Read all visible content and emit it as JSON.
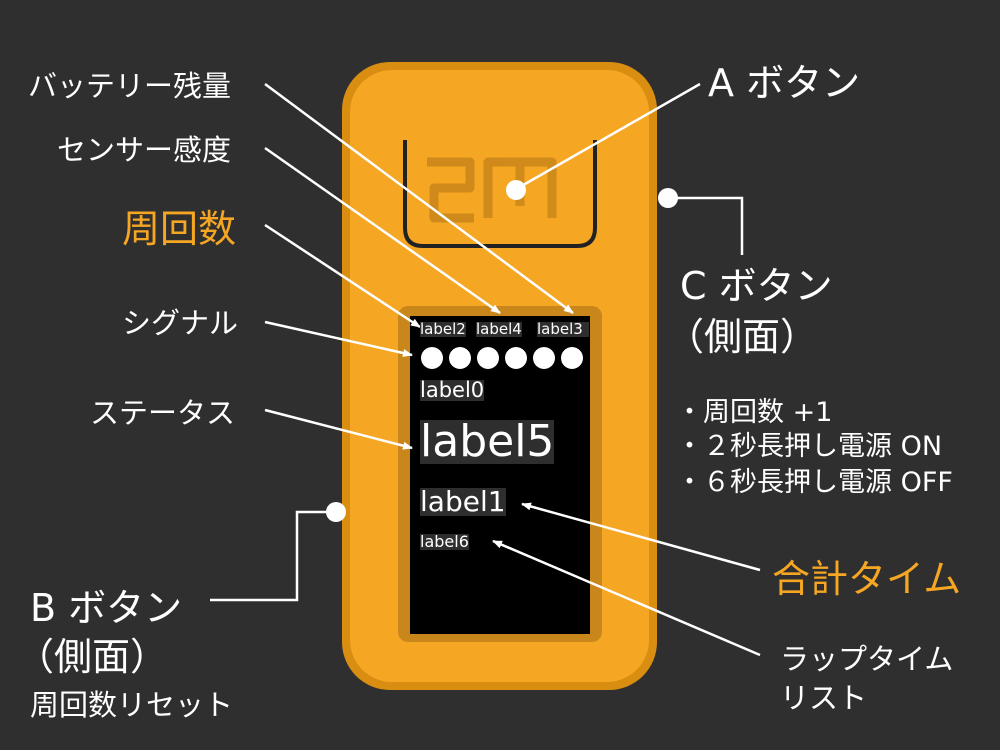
{
  "colors": {
    "background": "#2f2f2f",
    "device_body": "#f5a623",
    "device_edge": "#d98e12",
    "screen": "#000000",
    "text": "#ffffff",
    "accent": "#f5a623"
  },
  "device": {
    "logo_icon": "m5-logo-icon",
    "screen_labels": {
      "label2": "label2",
      "label4": "label4",
      "label3": "label3",
      "label0": "label0",
      "label5": "label5",
      "label1": "label1",
      "label6": "label6"
    },
    "signal_dot_count": 6
  },
  "callouts": {
    "battery": "バッテリー残量",
    "sensor": "センサー感度",
    "laps": "周回数",
    "signal": "シグナル",
    "status": "ステータス",
    "a_button": "A ボタン",
    "c_button_line1": "C ボタン",
    "c_button_line2": "（側面）",
    "c_notes": [
      "・周回数 +1",
      "・２秒長押し電源 ON",
      "・６秒長押し電源 OFF"
    ],
    "total_time": "合計タイム",
    "lap_list_line1": "ラップタイム",
    "lap_list_line2": "リスト",
    "b_button_line1": "B ボタン",
    "b_button_line2": "（側面）",
    "b_button_note": "周回数リセット"
  }
}
